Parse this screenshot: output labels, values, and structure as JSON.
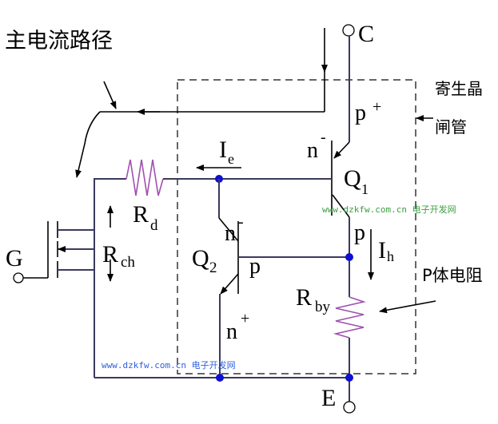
{
  "labels": {
    "main_current_path": "主电流路径",
    "parasitic_thyristor_line1": "寄生晶",
    "parasitic_thyristor_line2": "闸管",
    "p_body_resistance": "P体电阻",
    "collector": "C",
    "emitter": "E",
    "gate": "G",
    "p_plus": "p",
    "p_plus_sup": "+",
    "n_minus_q1": "n",
    "n_minus_q1_sup": "-",
    "q1": "Q",
    "q1_sub": "1",
    "p_q1": "p",
    "ie": "I",
    "ie_sub": "e",
    "rd": "R",
    "rd_sub": "d",
    "n_minus_q2": "n",
    "n_minus_q2_sup": "-",
    "q2": "Q",
    "q2_sub": "2",
    "p_q2": "p",
    "ih": "I",
    "ih_sub": "h",
    "rby": "R",
    "rby_sub": "by",
    "n_plus": "n",
    "n_plus_sup": "+",
    "rch": "R",
    "rch_sub": "ch"
  },
  "watermarks": [
    {
      "text": "www.dzkfw.com.cn 电子开发网",
      "color": "#3aa040"
    },
    {
      "text": "www.dzkfw.com.cn 电子开发网",
      "color": "#3060e0"
    }
  ],
  "colors": {
    "wire": "#3a3a5c",
    "resistor": "#a050b0",
    "node": "#1010d0"
  }
}
